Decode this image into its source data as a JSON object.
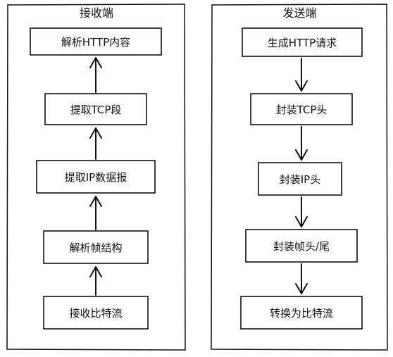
{
  "receiver": {
    "title": "接收端",
    "steps": [
      "解析HTTP内容",
      "提取TCP段",
      "提取IP数据报",
      "解析帧结构",
      "接收比特流"
    ]
  },
  "sender": {
    "title": "发送端",
    "steps": [
      "生成HTTP请求",
      "封装TCP头",
      "封装IP头",
      "封装帧头/尾",
      "转换为比特流"
    ]
  }
}
